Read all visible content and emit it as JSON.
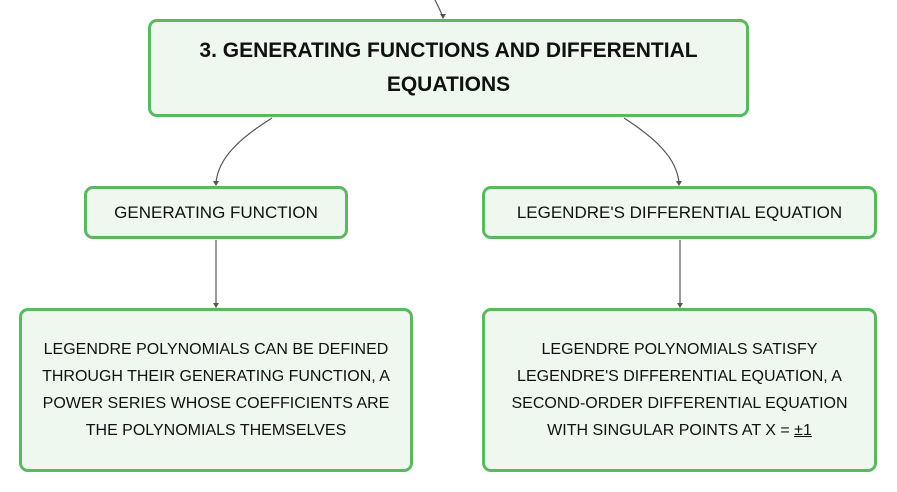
{
  "diagram": {
    "root": {
      "title": "3. GENERATING FUNCTIONS AND DIFFERENTIAL EQUATIONS"
    },
    "left_branch": {
      "label": "GENERATING FUNCTION",
      "detail": "LEGENDRE POLYNOMIALS CAN BE DEFINED THROUGH THEIR GENERATING FUNCTION, A POWER SERIES WHOSE COEFFICIENTS ARE THE POLYNOMIALS THEMSELVES"
    },
    "right_branch": {
      "label": "LEGENDRE'S DIFFERENTIAL EQUATION",
      "detail_prefix": "LEGENDRE POLYNOMIALS SATISFY LEGENDRE'S DIFFERENTIAL EQUATION, A SECOND-ORDER DIFFERENTIAL EQUATION WITH SINGULAR POINTS AT X = ",
      "detail_value": "±1"
    },
    "colors": {
      "node_border": "#5cb860",
      "node_fill": "#eef8ef",
      "connector": "#555555",
      "text": "#111111"
    }
  }
}
